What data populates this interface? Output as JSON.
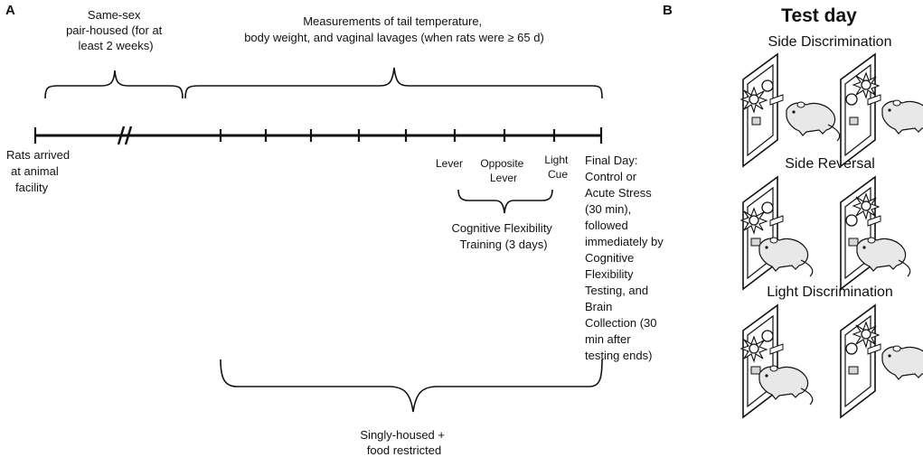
{
  "panels": {
    "a": "A",
    "b": "B"
  },
  "timeline": {
    "pair_housed": [
      "Same-sex",
      "pair-housed (for at",
      "least 2 weeks)"
    ],
    "measurements": [
      "Measurements of tail temperature,",
      "body weight, and vaginal lavages (when rats were ≥ 65 d)"
    ],
    "arrived": [
      "Rats arrived",
      "at animal",
      "facility"
    ],
    "training_steps": {
      "lever": [
        "Lever"
      ],
      "opposite": [
        "Opposite",
        "Lever"
      ],
      "light": [
        "Light",
        "Cue"
      ]
    },
    "training": [
      "Cognitive Flexibility",
      "Training (3 days)"
    ],
    "final_day": [
      "Final Day:",
      "Control or",
      "Acute Stress",
      "(30 min),",
      "followed",
      "immediately by",
      "Cognitive",
      "Flexibility",
      "Testing, and",
      "Brain",
      "Collection (30",
      "min after",
      "testing ends)"
    ],
    "singly": [
      "Singly-housed +",
      "food restricted"
    ]
  },
  "test_day": {
    "title": "Test day",
    "sections": [
      "Side Discrimination",
      "Side Reversal",
      "Light Discrimination"
    ]
  }
}
